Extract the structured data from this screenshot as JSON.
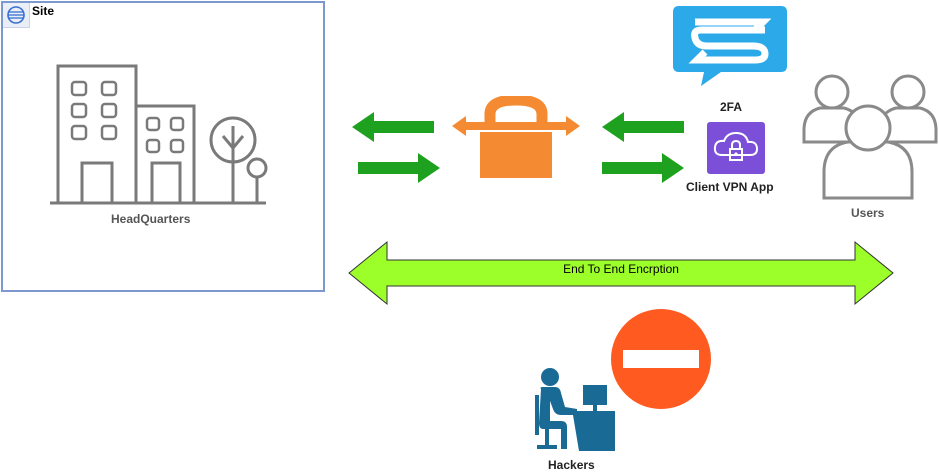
{
  "site": {
    "label": "Site",
    "badge_icon": "ibm-cloud-icon"
  },
  "headquarters": {
    "label": "HeadQuarters",
    "icon": "building-icon"
  },
  "vpn_gateway": {
    "icon": "lock-gateway-icon",
    "color": "#f48b32"
  },
  "twofa": {
    "label": "2FA",
    "icon": "sms-chat-icon",
    "color": "#2ba9e8"
  },
  "client_vpn": {
    "label": "Client VPN App",
    "icon": "client-vpn-icon",
    "color": "#7b4fd8"
  },
  "users": {
    "label": "Users",
    "icon": "users-group-icon"
  },
  "encryption": {
    "label": "End To End Encrption",
    "color": "#9dff2a"
  },
  "hackers": {
    "label": "Hackers",
    "icon": "hacker-desk-icon",
    "color": "#1a6a96"
  },
  "blocked": {
    "icon": "no-entry-icon",
    "color": "#ff5a1f"
  },
  "arrows": {
    "color": "#1ea11e"
  }
}
